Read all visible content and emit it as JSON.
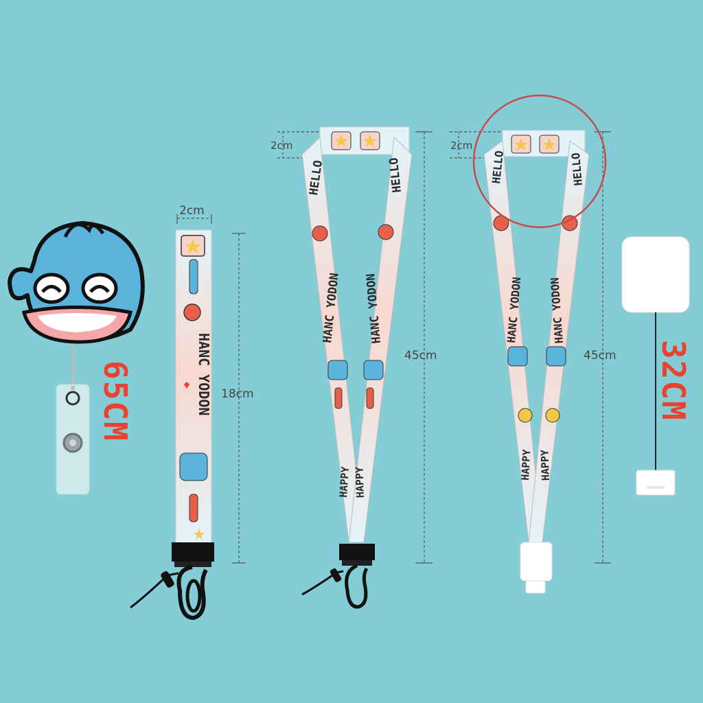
{
  "badge_reel": {
    "length_label": "65CM"
  },
  "wrist_lanyard": {
    "width_label": "2cm",
    "length_label": "18cm",
    "print_text": "HANC YODON"
  },
  "neck_lanyard_1": {
    "width_label": "2cm",
    "length_label": "45cm",
    "print_texts": [
      "HELLO",
      "HANC YODON",
      "HAPPY"
    ]
  },
  "neck_lanyard_2": {
    "width_label": "2cm",
    "length_label": "45cm",
    "print_texts": [
      "HELLO",
      "HANC YODON",
      "HAPPY"
    ]
  },
  "retractable_reel": {
    "length_label": "32CM"
  },
  "colors": {
    "background": "#85CDD6",
    "strap_blue": "#DDF0F6",
    "strap_pink": "#F7D3CC",
    "accent_red": "#E8432F",
    "character_blue": "#5AB4DC"
  }
}
